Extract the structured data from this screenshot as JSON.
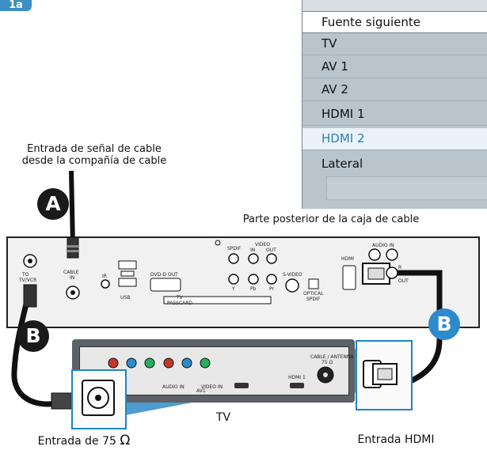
{
  "step_badge": "1a",
  "menu": {
    "header": "Fuente siguiente",
    "items": [
      {
        "label": "TV",
        "selected": false
      },
      {
        "label": "AV 1",
        "selected": false
      },
      {
        "label": "AV 2",
        "selected": false
      },
      {
        "label": "HDMI 1",
        "selected": false
      },
      {
        "label": "HDMI 2",
        "selected": true
      },
      {
        "label": "Lateral",
        "selected": false
      }
    ]
  },
  "labels": {
    "cable_signal_line1": "Entrada de señal de cable",
    "cable_signal_line2": "desde la compañía de cable",
    "box_rear": "Parte posterior de la caja de cable",
    "tv": "TV",
    "input_75_prefix": "Entrada de 75 ",
    "input_75_symbol": "Ω",
    "input_hdmi": "Entrada HDMI"
  },
  "badges": {
    "a": "A",
    "b_left": "B",
    "b_right": "B"
  },
  "cablebox_ports": {
    "to_tv_vcr_1": "TO",
    "to_tv_vcr_2": "TV/VCR",
    "cable_in_1": "CABLE",
    "cable_in_2": "IN",
    "ir": "IR",
    "usb": "USB",
    "dvd_d_out": "DVD-D OUT",
    "tv_passcard_1": "TV",
    "tv_passcard_2": "PASSCARD",
    "spdif": "SPDIF",
    "video": "VIDEO",
    "video_in": "IN",
    "video_out": "OUT",
    "y": "Y",
    "pb": "Pb",
    "pr": "Pr",
    "s_video": "S-VIDEO",
    "optical_1": "OPTICAL",
    "optical_2": "SPDIF",
    "hdmi": "HDMI",
    "audio_in": "AUDIO IN",
    "r": "R",
    "out": "OUT",
    "plug": "⊕"
  },
  "tv_ports": {
    "cable_antenna": "CABLE / ANTENNA",
    "ohm": "75 Ω",
    "hdmi1": "HDMI 1",
    "av1": "AV1",
    "video_in": "VIDEO IN",
    "audio_in": "AUDIO IN"
  },
  "colors": {
    "accent_blue": "#2e8bcb",
    "menu_bg": "#b9c4cd",
    "menu_selected_text": "#2c7fb4"
  }
}
